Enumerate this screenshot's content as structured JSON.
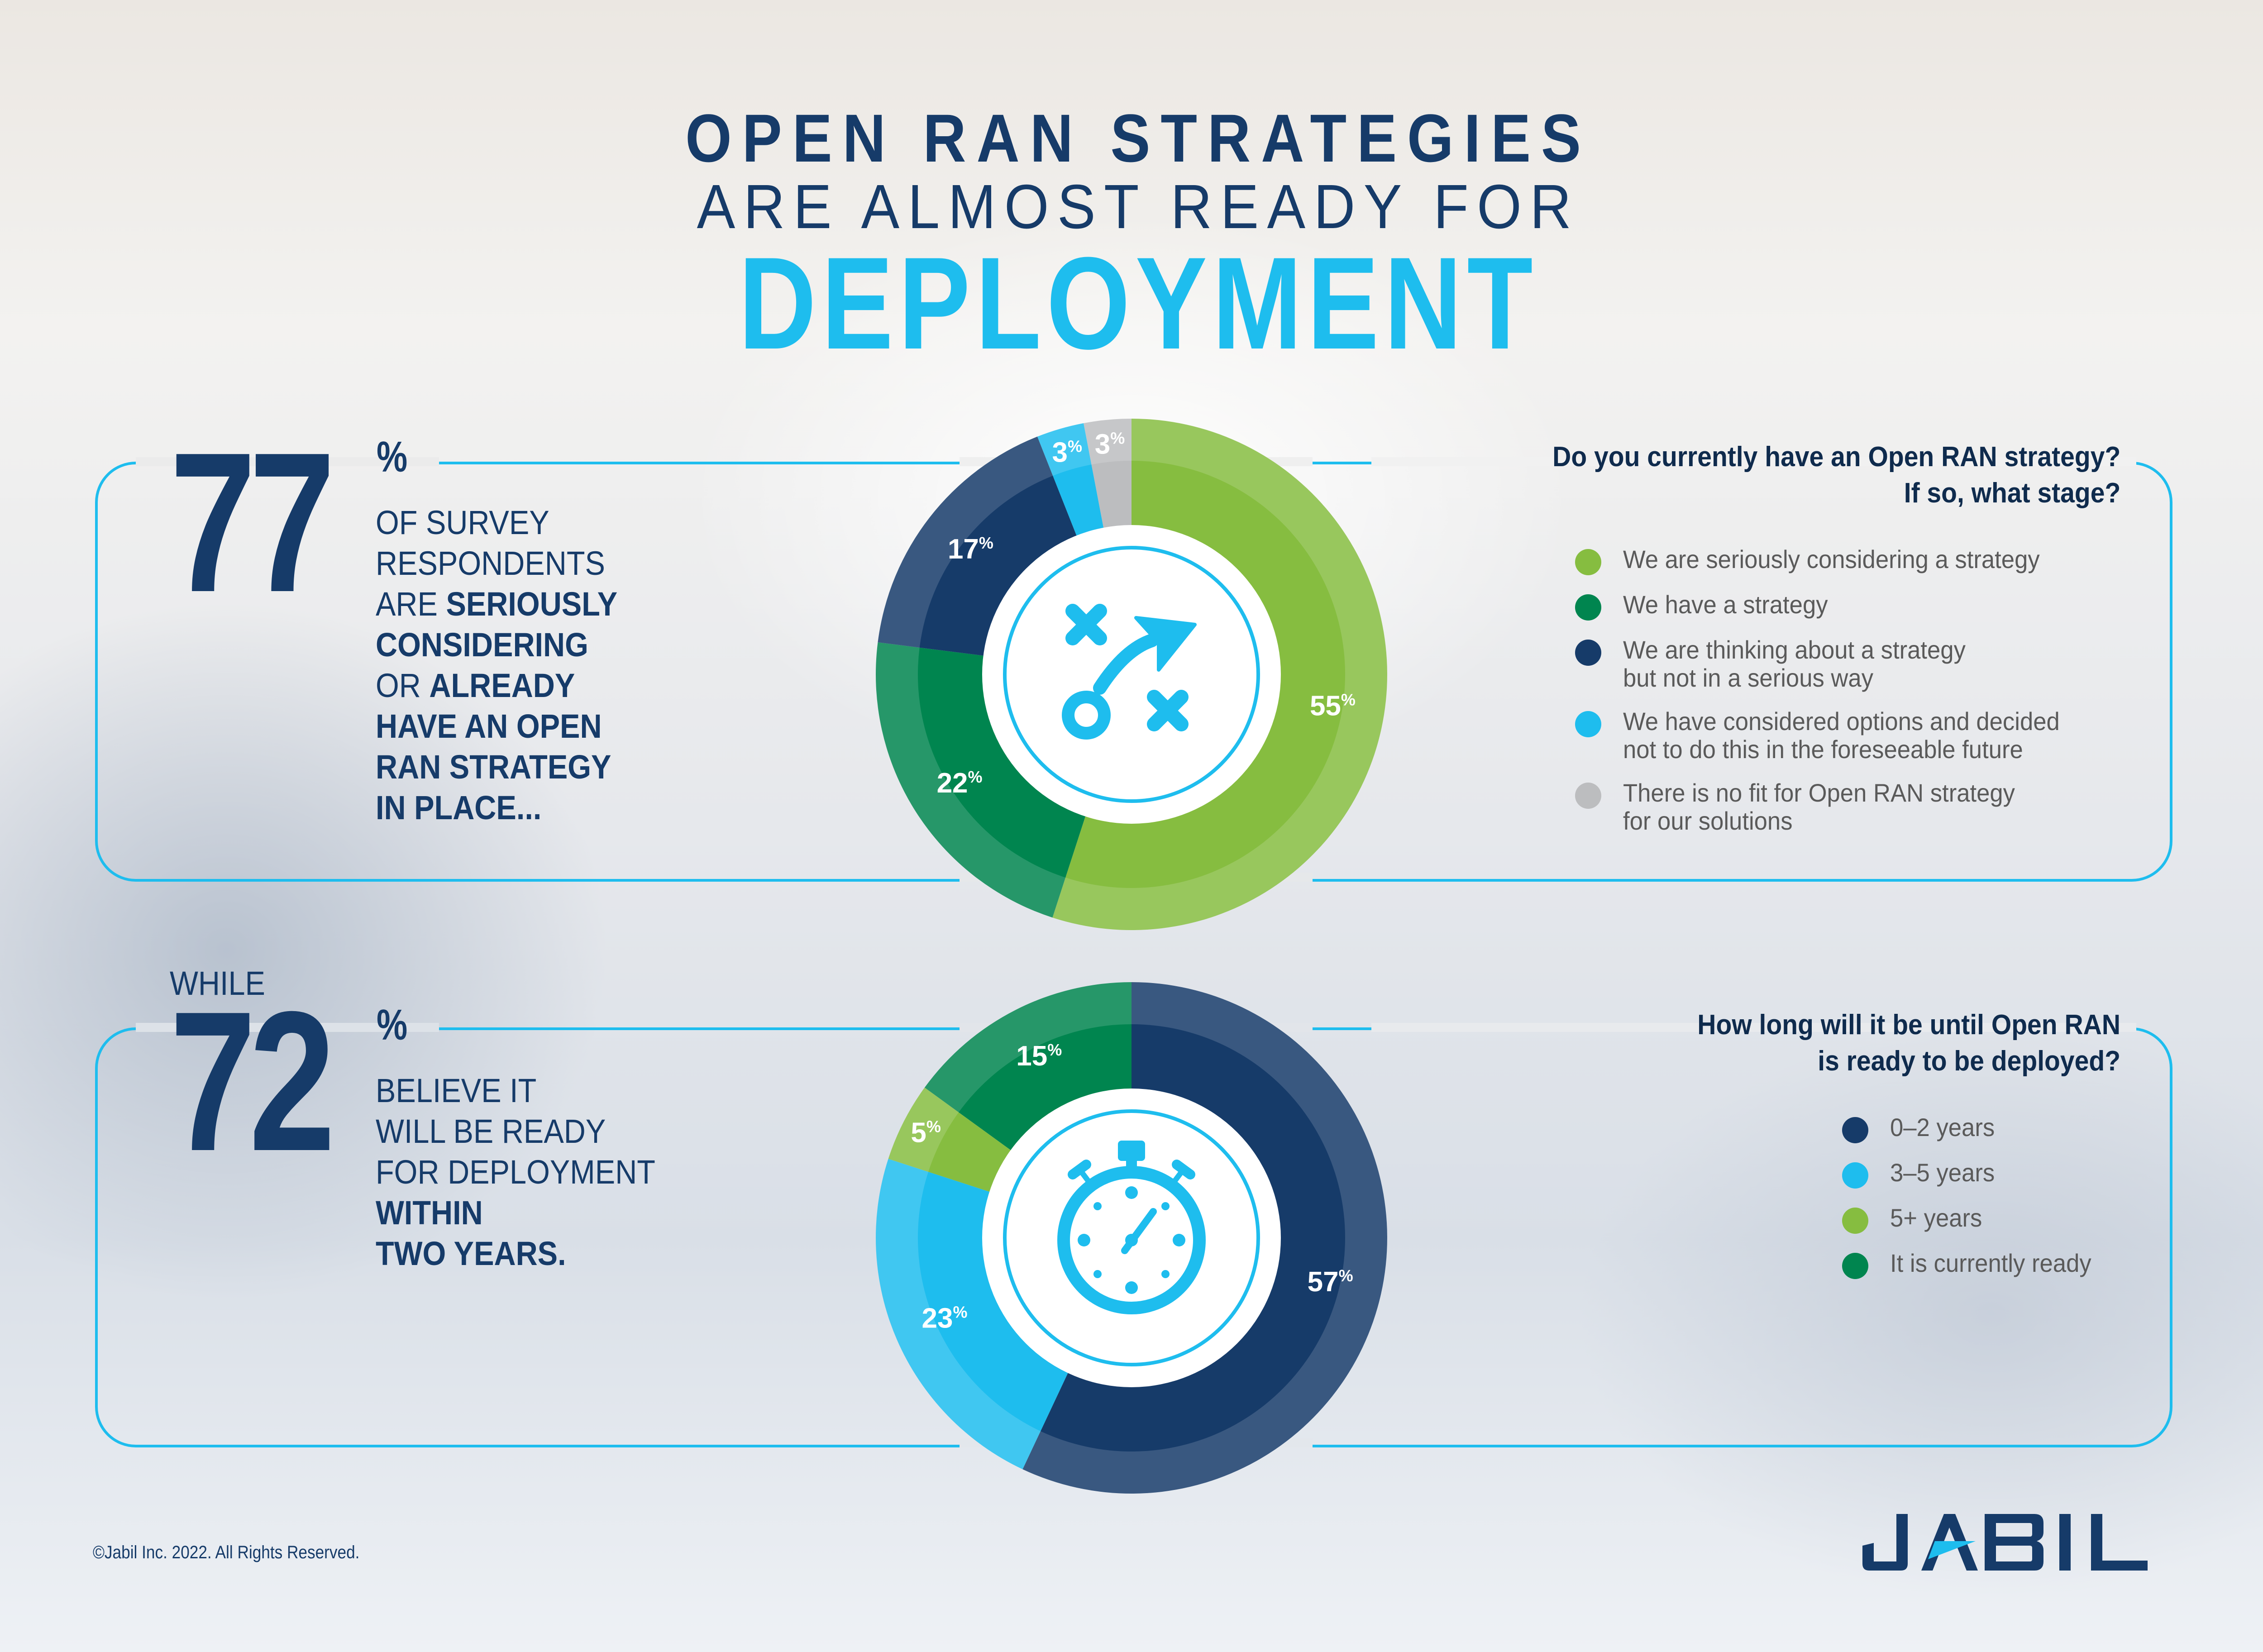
{
  "header": {
    "line1": "OPEN RAN STRATEGIES",
    "line2": "ARE ALMOST READY FOR",
    "line3": "DEPLOYMENT"
  },
  "colors": {
    "navy": "#163b69",
    "cyan": "#1ebdee",
    "lime": "#86bd40",
    "green": "#00854f",
    "gray": "#bcbdbf"
  },
  "section1": {
    "big_number": "77",
    "percent_sign": "%",
    "lines": [
      {
        "plain": "OF SURVEY",
        "bold": ""
      },
      {
        "plain": "RESPONDENTS",
        "bold": ""
      },
      {
        "plain": "ARE ",
        "bold": "SERIOUSLY"
      },
      {
        "plain": "",
        "bold": "CONSIDERING"
      },
      {
        "plain": "OR ",
        "bold": "ALREADY"
      },
      {
        "plain": "",
        "bold": "HAVE AN OPEN"
      },
      {
        "plain": "",
        "bold": "RAN STRATEGY"
      },
      {
        "plain": "",
        "bold": "IN PLACE..."
      }
    ],
    "question_line1": "Do you currently have an Open RAN strategy?",
    "question_line2": "If so, what stage?",
    "center_icon": "strategy-play-icon",
    "legend": [
      {
        "label": "We are seriously considering a strategy",
        "color": "#86bd40"
      },
      {
        "label": "We have a strategy",
        "color": "#00854f"
      },
      {
        "label": "We are thinking about a strategy\nbut not in a serious way",
        "color": "#163b69"
      },
      {
        "label": "We have considered options and decided\nnot to do this in the foreseeable future",
        "color": "#1ebdee"
      },
      {
        "label": "There is no fit for Open RAN strategy\nfor our solutions",
        "color": "#bcbdbf"
      }
    ]
  },
  "section2": {
    "prefix": "WHILE",
    "big_number": "72",
    "percent_sign": "%",
    "lines": [
      {
        "plain": "BELIEVE IT",
        "bold": ""
      },
      {
        "plain": "WILL BE READY",
        "bold": ""
      },
      {
        "plain": "FOR DEPLOYMENT",
        "bold": ""
      },
      {
        "plain": "",
        "bold": "WITHIN"
      },
      {
        "plain": "",
        "bold": "TWO YEARS."
      }
    ],
    "question_line1": "How long will it be until Open RAN",
    "question_line2": "is ready to be deployed?",
    "center_icon": "stopwatch-icon",
    "legend": [
      {
        "label": "0–2 years",
        "color": "#163b69"
      },
      {
        "label": "3–5 years",
        "color": "#1ebdee"
      },
      {
        "label": "5+ years",
        "color": "#86bd40"
      },
      {
        "label": "It is currently ready",
        "color": "#00854f"
      }
    ]
  },
  "footer": {
    "copyright": "©Jabil Inc. 2022. All Rights Reserved.",
    "logo_text": "JABIL"
  },
  "chart_data": [
    {
      "type": "pie",
      "variant": "donut",
      "title": "Do you currently have an Open RAN strategy? If so, what stage?",
      "categories": [
        "We are seriously considering a strategy",
        "We have a strategy",
        "We are thinking about a strategy but not in a serious way",
        "We have considered options and decided not to do this in the foreseeable future",
        "There is no fit for Open RAN strategy for our solutions"
      ],
      "values": [
        55,
        22,
        17,
        3,
        3
      ],
      "labels": [
        "55%",
        "22%",
        "17%",
        "3%",
        "3%"
      ],
      "colors": [
        "#86bd40",
        "#00854f",
        "#163b69",
        "#1ebdee",
        "#bcbdbf"
      ],
      "legend_position": "right"
    },
    {
      "type": "pie",
      "variant": "donut",
      "title": "How long will it be until Open RAN is ready to be deployed?",
      "categories": [
        "0–2 years",
        "3–5 years",
        "5+ years",
        "It is currently ready"
      ],
      "values": [
        57,
        23,
        5,
        15
      ],
      "labels": [
        "57%",
        "23%",
        "5%",
        "15%"
      ],
      "colors": [
        "#163b69",
        "#1ebdee",
        "#86bd40",
        "#00854f"
      ],
      "legend_position": "right"
    }
  ]
}
